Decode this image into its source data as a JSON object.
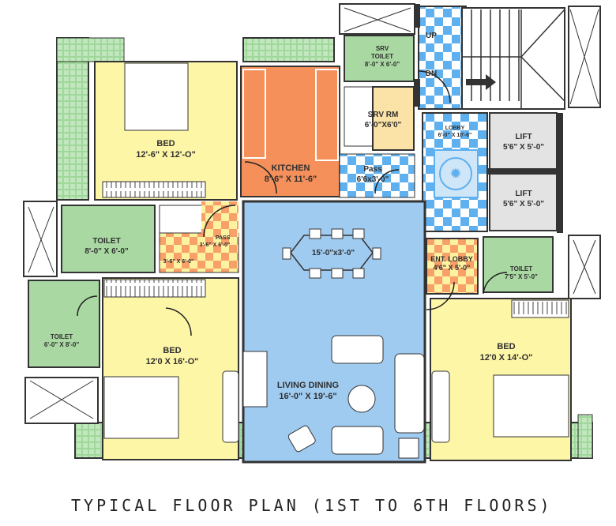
{
  "title": "TYPICAL FLOOR PLAN (1ST TO 6TH FLOORS)",
  "colors": {
    "bedroom": "#fdf6a6",
    "toilet": "#a9d8a2",
    "kitchen": "#f5905a",
    "living": "#9fcbf0",
    "lift": "#e3e3e3",
    "balcony": "#9fd89a",
    "checker_blue": "#5fb0ee",
    "checker_orange": "#f7a06a",
    "checker_yellow": "#fdf2a0",
    "service_room": "#fbe3a8",
    "wall": "#3a3a3a"
  },
  "rooms": [
    {
      "id": "bed1",
      "name": "BED",
      "dim": "12'-6\" X 12'-O\""
    },
    {
      "id": "kitchen",
      "name": "KITCHEN",
      "dim": "8'-6\" X 11'-6\""
    },
    {
      "id": "srv_toilet",
      "name": "SRV TOILET",
      "dim": "8'-0\" X 6'-0\""
    },
    {
      "id": "srv_rm",
      "name": "SRV RM",
      "dim": "6'-0\"X6'0\""
    },
    {
      "id": "pass_right",
      "name": "Pass",
      "dim": "6'6x3'-0\""
    },
    {
      "id": "lobby",
      "name": "LOBBY",
      "dim": "6'-0\" X 10'-6\""
    },
    {
      "id": "lift1",
      "name": "LIFT",
      "dim": "5'6\" X 5'-0\""
    },
    {
      "id": "lift2",
      "name": "LIFT",
      "dim": "5'6\" X 5'-0\""
    },
    {
      "id": "toilet1",
      "name": "TOILET",
      "dim": "8'-0\" X 6'-0\""
    },
    {
      "id": "pass_left",
      "name": "PASS",
      "dim": "3'-6\" X 6'-0\""
    },
    {
      "id": "pass_left_extra",
      "name": "",
      "dim": "3'-6\" X 6'-0\""
    },
    {
      "id": "dining_table",
      "name": "",
      "dim": "15'-0\"x3'-0\""
    },
    {
      "id": "ent_lobby",
      "name": "ENT. LOBBY",
      "dim": "4'6\" X 5'-0\""
    },
    {
      "id": "toilet3",
      "name": "TOILET",
      "dim": "7'5\" X 5'-0\""
    },
    {
      "id": "toilet2",
      "name": "TOILET",
      "dim": "6'-0\" X 8'-0\""
    },
    {
      "id": "bed2",
      "name": "BED",
      "dim": "12'0 X 16'-O\""
    },
    {
      "id": "living",
      "name": "LIVING DINING",
      "dim": "16'-0\" X 19'-6\""
    },
    {
      "id": "bed3",
      "name": "BED",
      "dim": "12'0 X 14'-O\""
    }
  ],
  "stairs": {
    "up": "UP",
    "dn": "DN"
  }
}
